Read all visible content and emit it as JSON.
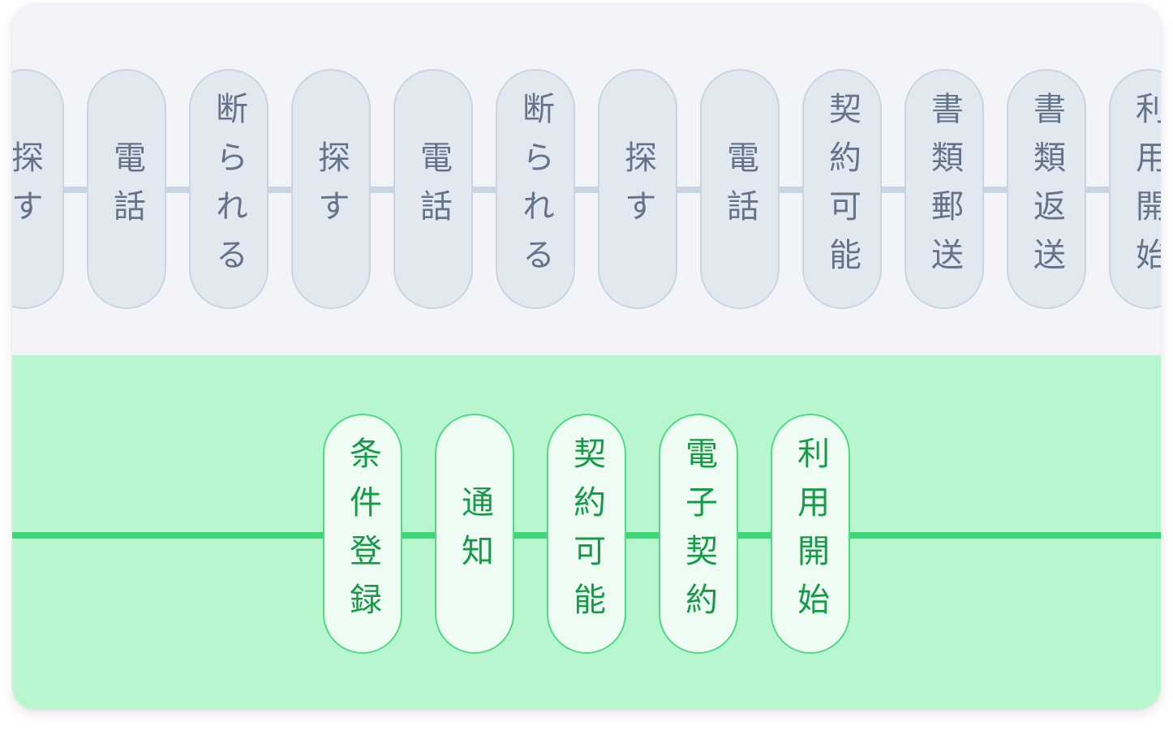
{
  "flows": {
    "before": {
      "colors": {
        "background": "#f2f4f7",
        "pill_fill": "#e2e8f0",
        "pill_border": "#cbd5e1",
        "text": "#64748b",
        "line": "#cbd5e1"
      },
      "steps": [
        "探す",
        "電話",
        "断られる",
        "探す",
        "電話",
        "断られる",
        "探す",
        "電話",
        "契約可能",
        "書類郵送",
        "書類返送",
        "利用開始"
      ]
    },
    "after": {
      "colors": {
        "background": "#b8f6d0",
        "pill_fill": "#effcf3",
        "pill_border": "#4fdb82",
        "text": "#169b48",
        "line": "#3dd776"
      },
      "steps": [
        "条件登録",
        "通知",
        "契約可能",
        "電子契約",
        "利用開始"
      ]
    }
  }
}
